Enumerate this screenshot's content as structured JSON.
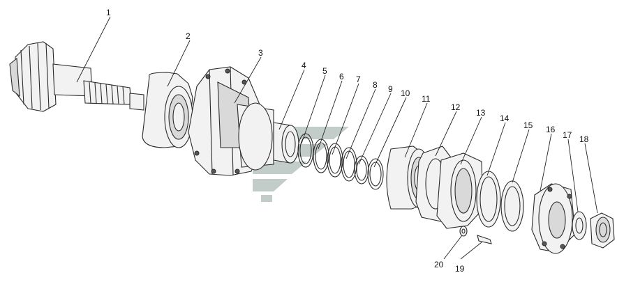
{
  "labels": [
    "1",
    "2",
    "3",
    "4",
    "5",
    "6",
    "7",
    "8",
    "9",
    "10",
    "11",
    "12",
    "13",
    "14",
    "15",
    "16",
    "17",
    "18",
    "19",
    "20"
  ]
}
